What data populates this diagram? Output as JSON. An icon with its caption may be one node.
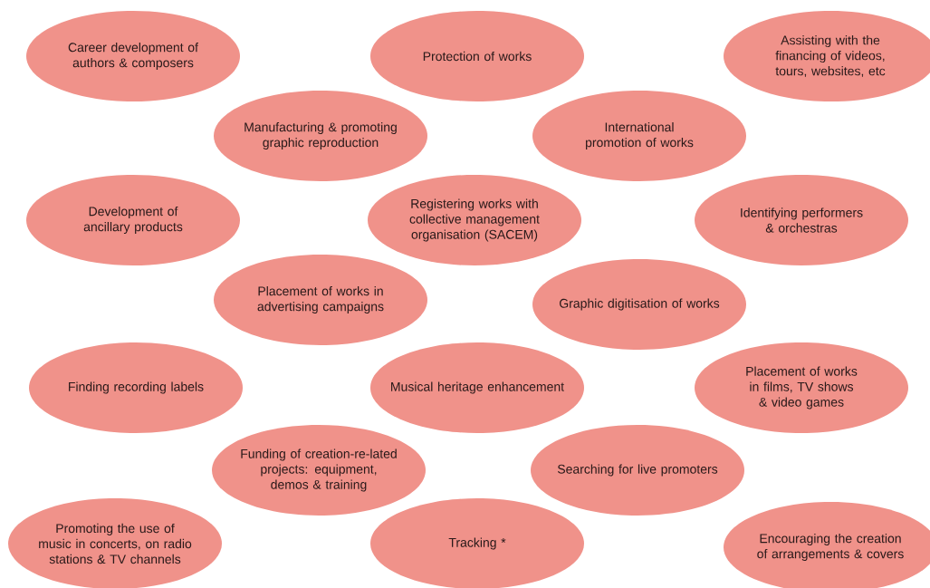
{
  "diagram": {
    "nodes": [
      {
        "text": [
          "Career development of authors & composers"
        ]
      },
      {
        "text": [
          "Protection of works"
        ]
      },
      {
        "text": [
          "Assisting with the financing of videos, tours, websites, etc"
        ]
      },
      {
        "text": [
          "Manufacturing & promoting graphic reproduction"
        ]
      },
      {
        "text": [
          "International promotion of works"
        ]
      },
      {
        "text": [
          "Development of ancillary products"
        ]
      },
      {
        "text": [
          "Registering works with collective management organisation (SACEM)"
        ]
      },
      {
        "text": [
          "Identifying performers & orchestras"
        ]
      },
      {
        "text": [
          "Placement of works in advertising campaigns"
        ]
      },
      {
        "text": [
          "Graphic digitisation of works"
        ]
      },
      {
        "text": [
          "Finding recording labels"
        ]
      },
      {
        "text": [
          "Musical heritage enhancement"
        ]
      },
      {
        "text": [
          "Placement of works in films, TV shows & video games"
        ]
      },
      {
        "text": [
          "Funding of creation-re-lated projects: equipment, demos & training"
        ]
      },
      {
        "text": [
          "Searching for live promoters"
        ]
      },
      {
        "text": [
          "Promoting the use of music in concerts, on radio stations & TV channels"
        ]
      },
      {
        "text": [
          "Tracking *"
        ]
      },
      {
        "text": [
          "Encouraging the creation of arrangements & covers"
        ]
      }
    ]
  }
}
